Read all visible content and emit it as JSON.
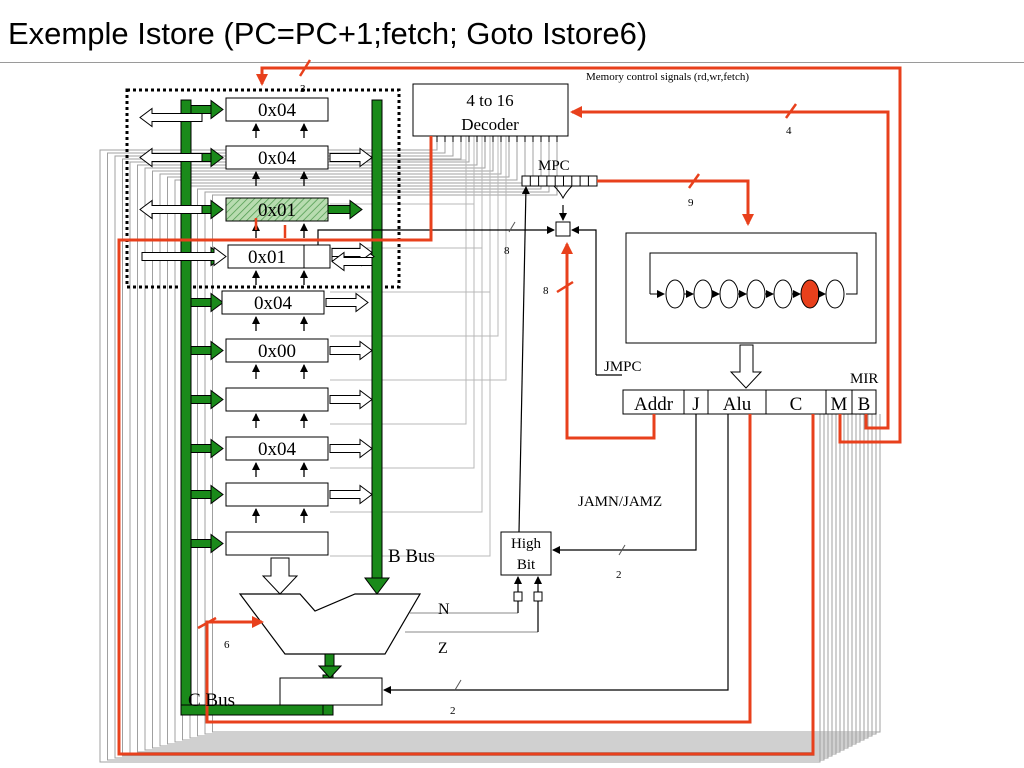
{
  "title": "Exemple Istore (PC=PC+1;fetch; Goto Istore6)",
  "labels": {
    "memory_signals": "Memory control signals (rd,wr,fetch)",
    "decoder_line1": "4 to 16",
    "decoder_line2": "Decoder",
    "mpc": "MPC",
    "jmpc": "JMPC",
    "mir": "MIR",
    "jamn_jamz": "JAMN/JAMZ",
    "high_bit_line1": "High",
    "high_bit_line2": "Bit",
    "b_bus": "B Bus",
    "c_bus": "C Bus",
    "n_flag": "N",
    "z_flag": "Z"
  },
  "bus_widths": {
    "memory": "3",
    "decoder_in": "4",
    "mpc_out": "9",
    "mpc_in": "8",
    "addr_in": "8",
    "alu_ctrl": "6",
    "high_bit": "2",
    "shifter": "2"
  },
  "mir_fields": [
    "Addr",
    "J",
    "Alu",
    "C",
    "M",
    "B"
  ],
  "registers": [
    "0x04",
    "0x04",
    "0x01",
    "0x01",
    "0x04",
    "0x00",
    "",
    "0x04",
    "",
    ""
  ],
  "colors": {
    "bus_green": "#1a8a1a",
    "active_red": "#e8401c",
    "highlight_fill": "#b8dcb0"
  }
}
